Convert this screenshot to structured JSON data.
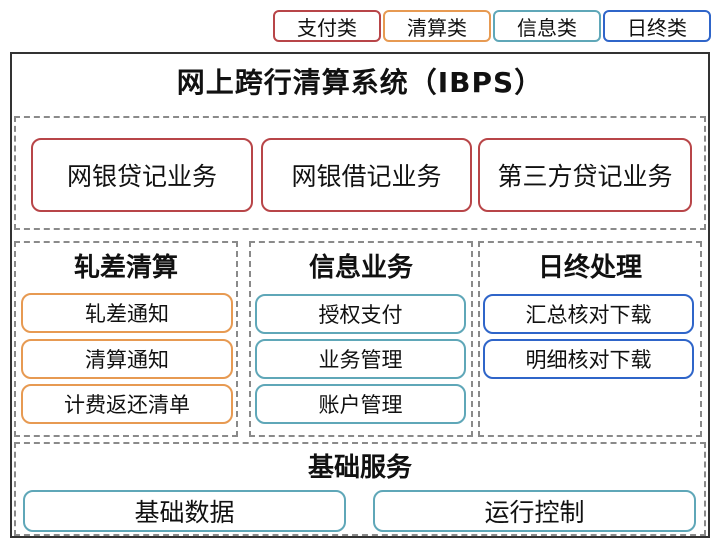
{
  "legend": [
    {
      "label": "支付类",
      "color": "#b84548"
    },
    {
      "label": "清算类",
      "color": "#e79a52"
    },
    {
      "label": "信息类",
      "color": "#5fa7b8"
    },
    {
      "label": "日终类",
      "color": "#2f65c9"
    }
  ],
  "title": "网上跨行清算系统（IBPS）",
  "payment_services": [
    "网银贷记业务",
    "网银借记业务",
    "第三方贷记业务"
  ],
  "netting": {
    "title": "轧差清算",
    "items": [
      "轧差通知",
      "清算通知",
      "计费返还清单"
    ]
  },
  "info_services": {
    "title": "信息业务",
    "items": [
      "授权支付",
      "业务管理",
      "账户管理"
    ]
  },
  "end_of_day": {
    "title": "日终处理",
    "items": [
      "汇总核对下载",
      "明细核对下载"
    ]
  },
  "base_services": {
    "title": "基础服务",
    "items": [
      "基础数据",
      "运行控制"
    ]
  }
}
